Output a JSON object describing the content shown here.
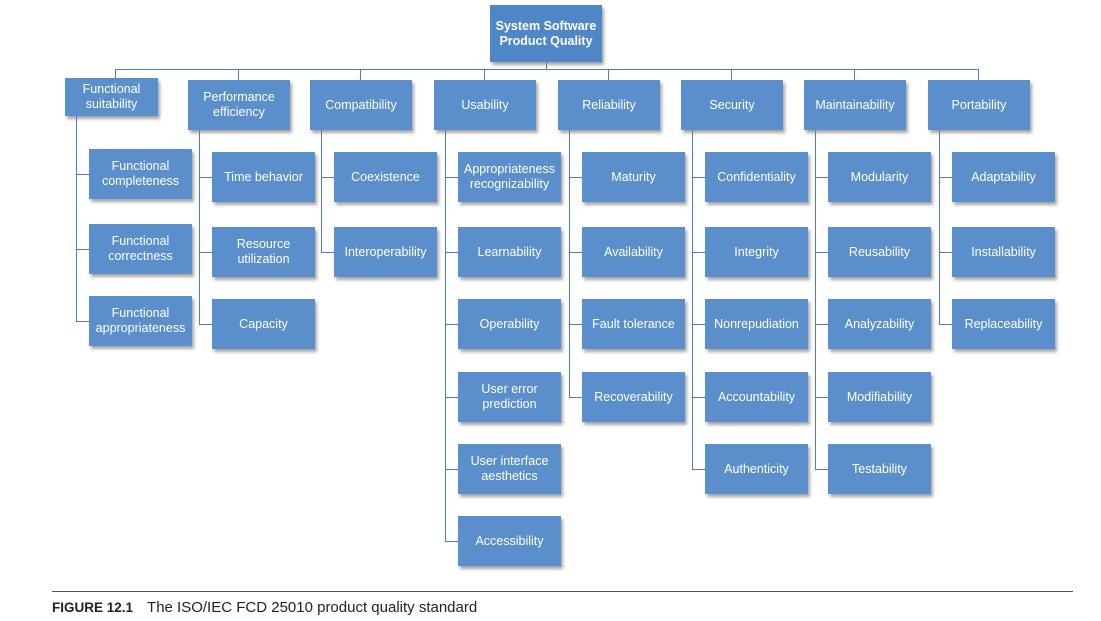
{
  "root": "System Software\nProduct Quality",
  "categories": [
    {
      "label": "Functional\nsuitability",
      "children": [
        "Functional\ncompleteness",
        "Functional\ncorrectness",
        "Functional\nappropriateness"
      ]
    },
    {
      "label": "Performance\nefficiency",
      "children": [
        "Time behavior",
        "Resource\nutilization",
        "Capacity"
      ]
    },
    {
      "label": "Compatibility",
      "children": [
        "Coexistence",
        "Interoperability"
      ]
    },
    {
      "label": "Usability",
      "children": [
        "Appropriateness\nrecognizability",
        "Learnability",
        "Operability",
        "User error\nprediction",
        "User interface\naesthetics",
        "Accessibility"
      ]
    },
    {
      "label": "Reliability",
      "children": [
        "Maturity",
        "Availability",
        "Fault tolerance",
        "Recoverability"
      ]
    },
    {
      "label": "Security",
      "children": [
        "Confidentiality",
        "Integrity",
        "Nonrepudiation",
        "Accountability",
        "Authenticity"
      ]
    },
    {
      "label": "Maintainability",
      "children": [
        "Modularity",
        "Reusability",
        "Analyzability",
        "Modifiability",
        "Testability"
      ]
    },
    {
      "label": "Portability",
      "children": [
        "Adaptability",
        "Installability",
        "Replaceability"
      ]
    }
  ],
  "caption": {
    "label": "FIGURE 12.1",
    "text": "The ISO/IEC FCD 25010 product quality standard"
  },
  "colors": {
    "box": "#5b8fcc",
    "line": "#4a7fbf",
    "text": "#ffffff"
  }
}
